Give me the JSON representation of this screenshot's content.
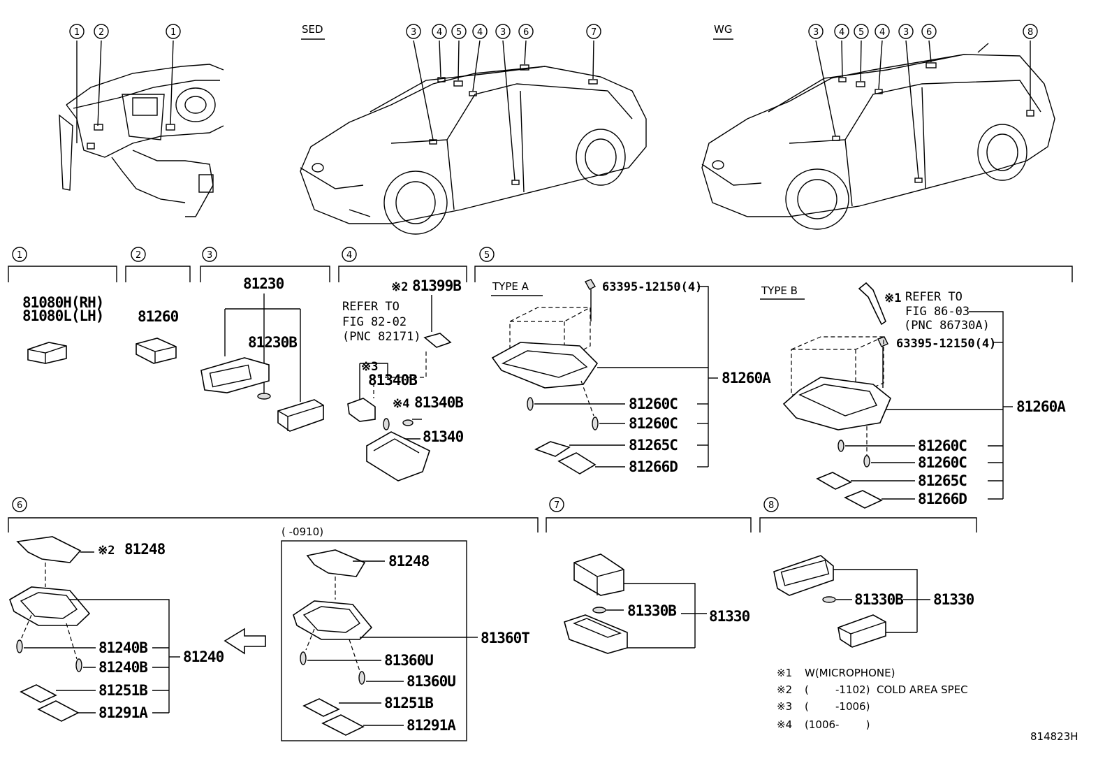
{
  "views": {
    "sedan_label": "SED",
    "wagon_label": "WG"
  },
  "callout_numbers": [
    "1",
    "2",
    "3",
    "4",
    "5",
    "6",
    "7",
    "8"
  ],
  "sections": {
    "s1": {
      "num": "1",
      "parts": [
        "81080H(RH)",
        "81080L(LH)"
      ]
    },
    "s2": {
      "num": "2",
      "parts": [
        "81260"
      ]
    },
    "s3": {
      "num": "3",
      "parts": [
        "81230",
        "81230B"
      ]
    },
    "s4": {
      "num": "4",
      "note_mark2": "※2",
      "part_top": "81399B",
      "refer": [
        "REFER TO",
        "FIG 82-02",
        "(PNC 82171)"
      ],
      "note_mark3": "※3",
      "part_a": "81340B",
      "note_mark4": "※4",
      "part_b": "81340B",
      "part_c": "81340"
    },
    "s5": {
      "num": "5",
      "type_a": "TYPE A",
      "type_b": "TYPE B",
      "screw": "63395-12150(4)",
      "a_parts": [
        "81260A",
        "81260C",
        "81260C",
        "81265C",
        "81266D"
      ],
      "note_mark1": "※1",
      "refer": [
        "REFER TO",
        "FIG 86-03",
        "(PNC 86730A)"
      ],
      "b_parts": [
        "81260A",
        "81260C",
        "81260C",
        "81265C",
        "81266D"
      ]
    },
    "s6": {
      "num": "6",
      "note_mark2": "※2",
      "parts": [
        "81248",
        "81240B",
        "81240B",
        "81240",
        "81251B",
        "81291A"
      ],
      "box_label": "(      -0910)",
      "box_parts": [
        "81248",
        "81360U",
        "81360U",
        "81360T",
        "81251B",
        "81291A"
      ]
    },
    "s7": {
      "num": "7",
      "parts": [
        "81330B",
        "81330"
      ]
    },
    "s8": {
      "num": "8",
      "parts": [
        "81330B",
        "81330"
      ]
    }
  },
  "notes": [
    {
      "mark": "※1",
      "text": "W(MICROPHONE)"
    },
    {
      "mark": "※2",
      "text": "(        -1102)  COLD AREA SPEC"
    },
    {
      "mark": "※3",
      "text": "(        -1006)"
    },
    {
      "mark": "※4",
      "text": "(1006-        )"
    }
  ],
  "figure_id": "814823H"
}
